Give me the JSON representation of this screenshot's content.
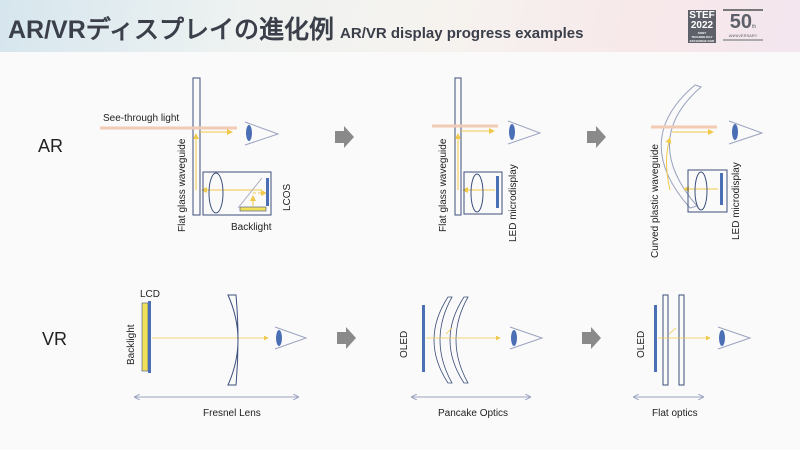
{
  "header": {
    "title": "AR/VRディスプレイの進化例",
    "subtitle": "AR/VR display progress examples",
    "logo": {
      "stef": "STEF",
      "year": "2022",
      "stef_sub": "SONY TECHNOLOGY EXCHANGE FAIR",
      "fifty": "50",
      "th": "th",
      "anniversary": "ANNIVERSARY"
    }
  },
  "rows": {
    "ar": "AR",
    "vr": "VR"
  },
  "ar": {
    "see_through": "See-through light",
    "flat_glass_1": "Flat glass waveguide",
    "lcos": "LCOS",
    "backlight": "Backlight",
    "flat_glass_2": "Flat glass waveguide",
    "led_1": "LED microdisplay",
    "curved": "Curved plastic waveguide",
    "led_2": "LED microdisplay"
  },
  "vr": {
    "lcd": "LCD",
    "backlight": "Backlight",
    "fresnel": "Fresnel Lens",
    "oled_1": "OLED",
    "pancake": "Pancake Optics",
    "oled_2": "OLED",
    "flat": "Flat optics"
  },
  "colors": {
    "blue": "#4a6fb5",
    "outline": "#3d4f7c",
    "peach": "#f2cbb4",
    "yellow": "#f0c94a",
    "arrow": "#888888"
  }
}
